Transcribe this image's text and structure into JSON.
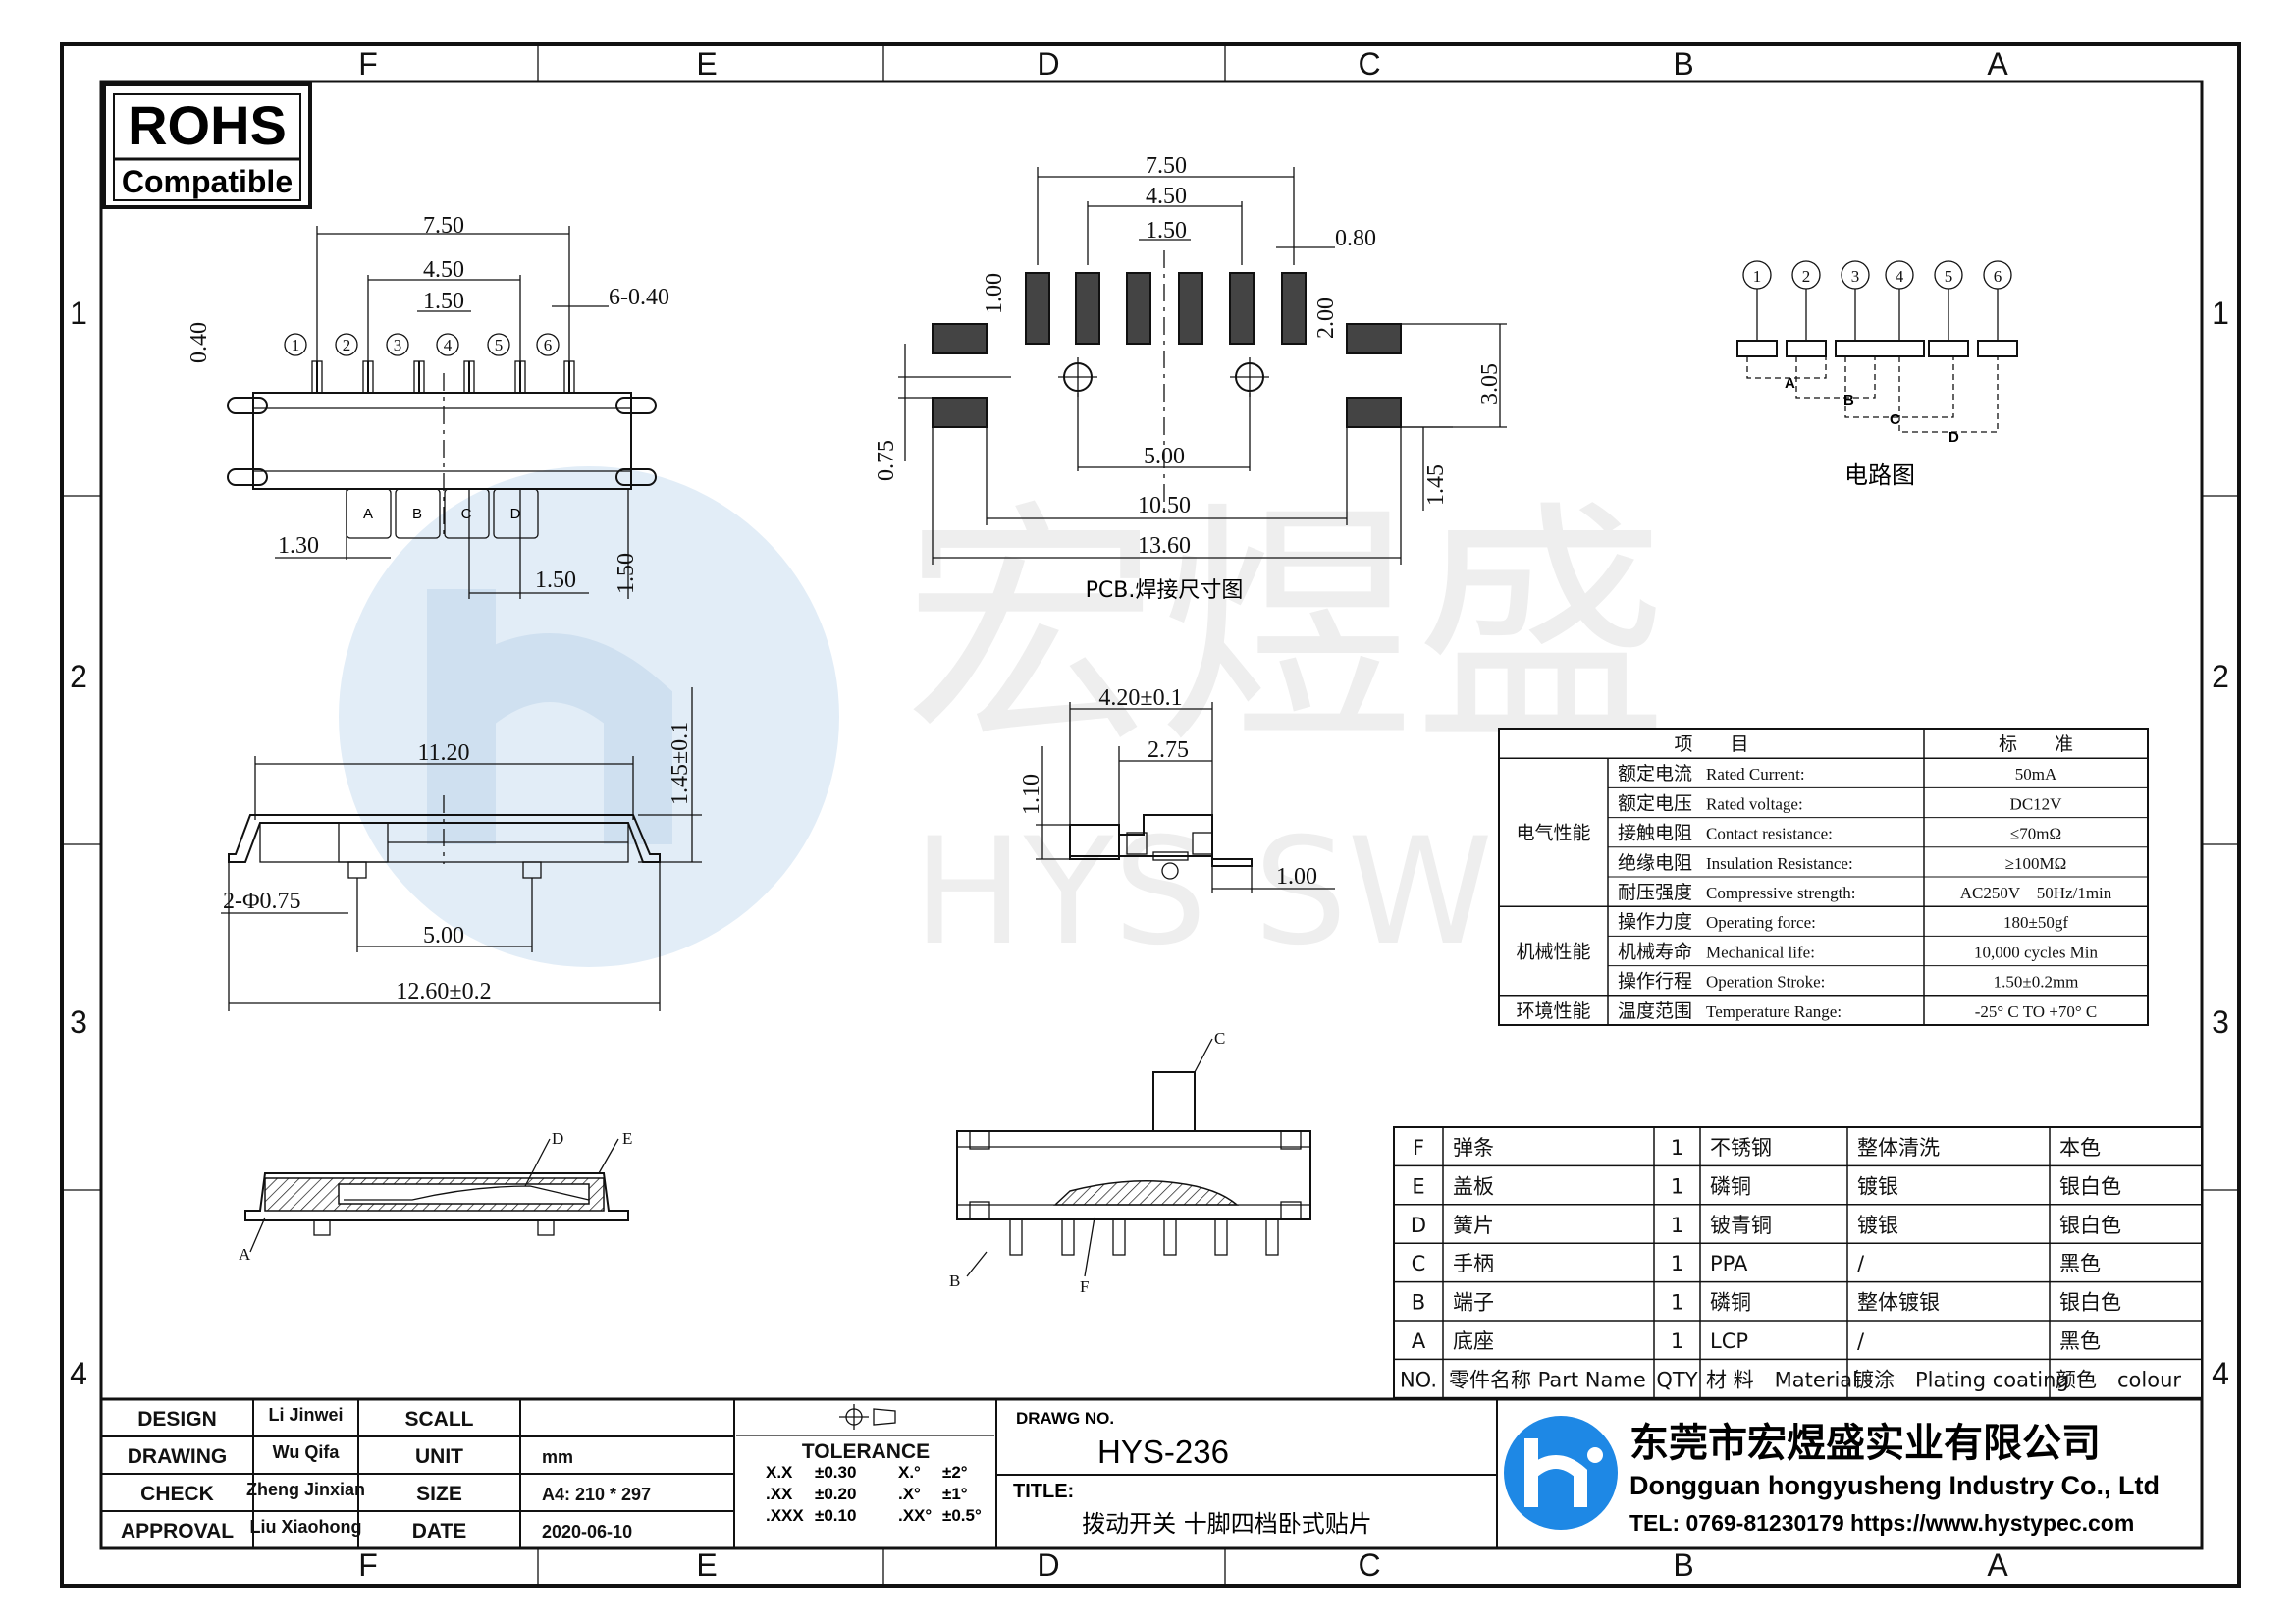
{
  "zones_columns": [
    "F",
    "E",
    "D",
    "C",
    "B",
    "A"
  ],
  "zones_rows": [
    "1",
    "2",
    "3",
    "4"
  ],
  "rohs": {
    "title": "ROHS",
    "subtitle": "Compatible"
  },
  "watermark": {
    "cn": "宏煜盛",
    "en": "HYS SWITCH"
  },
  "top_view": {
    "dims": [
      "7.50",
      "4.50",
      "1.50",
      "6-0.40",
      "0.40",
      "1.30",
      "1.50",
      "1.50"
    ],
    "pins": [
      "1",
      "2",
      "3",
      "4",
      "5",
      "6"
    ],
    "positions": [
      "A",
      "B",
      "C",
      "D"
    ]
  },
  "pcb": {
    "dims": [
      "7.50",
      "4.50",
      "1.50",
      "0.80",
      "1.00",
      "2.00",
      "3.05",
      "0.75",
      "5.00",
      "1.45",
      "10.50",
      "13.60"
    ],
    "caption": "PCB.焊接尺寸图"
  },
  "circuit": {
    "pins": [
      "1",
      "2",
      "3",
      "4",
      "5",
      "6"
    ],
    "positions": [
      "A",
      "B",
      "C",
      "D"
    ],
    "caption": "电路图"
  },
  "front_view": {
    "dims": [
      "11.20",
      "1.45±0.1",
      "2-Φ0.75",
      "5.00",
      "12.60±0.2"
    ]
  },
  "side_view": {
    "dims": [
      "4.20±0.1",
      "2.75",
      "1.10",
      "1.00"
    ]
  },
  "section_view": {
    "labels": [
      "D",
      "E",
      "A"
    ]
  },
  "assembly_view": {
    "labels": [
      "C",
      "B",
      "F"
    ]
  },
  "spec_table": {
    "header_item": "项　　目",
    "header_std": "标　　准",
    "groups": [
      {
        "name": "电气性能",
        "rows": [
          {
            "cn": "额定电流",
            "en": "Rated Current:",
            "value": "50mA"
          },
          {
            "cn": "额定电压",
            "en": "Rated voltage:",
            "value": "DC12V"
          },
          {
            "cn": "接触电阻",
            "en": "Contact resistance:",
            "value": "≤70mΩ"
          },
          {
            "cn": "绝缘电阻",
            "en": "Insulation Resistance:",
            "value": "≥100MΩ"
          },
          {
            "cn": "耐压强度",
            "en": "Compressive strength:",
            "value": "AC250V　50Hz/1min"
          }
        ]
      },
      {
        "name": "机械性能",
        "rows": [
          {
            "cn": "操作力度",
            "en": "Operating force:",
            "value": "180±50gf"
          },
          {
            "cn": "机械寿命",
            "en": "Mechanical life:",
            "value": "10,000 cycles Min"
          },
          {
            "cn": "操作行程",
            "en": "Operation Stroke:",
            "value": "1.50±0.2mm"
          }
        ]
      },
      {
        "name": "环境性能",
        "rows": [
          {
            "cn": "温度范围",
            "en": "Temperature Range:",
            "value": "-25° C TO +70° C"
          }
        ]
      }
    ]
  },
  "bom": {
    "rows": [
      {
        "no": "F",
        "name": "弹条",
        "qty": "1",
        "material": "不锈钢",
        "plating": "整体清洗",
        "colour": "本色"
      },
      {
        "no": "E",
        "name": "盖板",
        "qty": "1",
        "material": "磷铜",
        "plating": "镀银",
        "colour": "银白色"
      },
      {
        "no": "D",
        "name": "簧片",
        "qty": "1",
        "material": "铍青铜",
        "plating": "镀银",
        "colour": "银白色"
      },
      {
        "no": "C",
        "name": "手柄",
        "qty": "1",
        "material": "PPA",
        "plating": "/",
        "colour": "黑色"
      },
      {
        "no": "B",
        "name": "端子",
        "qty": "1",
        "material": "磷铜",
        "plating": "整体镀银",
        "colour": "银白色"
      },
      {
        "no": "A",
        "name": "底座",
        "qty": "1",
        "material": "LCP",
        "plating": "/",
        "colour": "黑色"
      }
    ],
    "header": {
      "no": "NO.",
      "name": "零件名称 Part Name",
      "qty": "QTY",
      "material": "材 料　Material",
      "plating": "镀涂　Plating coating",
      "colour": "颜色　colour"
    }
  },
  "title_block": {
    "rows": [
      {
        "label": "DESIGN",
        "person": "Li Jinwei",
        "key": "SCALL",
        "value": ""
      },
      {
        "label": "DRAWING",
        "person": "Wu Qifa",
        "key": "UNIT",
        "value": "mm"
      },
      {
        "label": "CHECK",
        "person": "Zheng Jinxian",
        "key": "SIZE",
        "value": "A4: 210 * 297"
      },
      {
        "label": "APPROVAL",
        "person": "Liu Xiaohong",
        "key": "DATE",
        "value": "2020-06-10"
      }
    ],
    "tolerance_title": "TOLERANCE",
    "tolerance": [
      {
        "k": "X.X",
        "v": "±0.30",
        "ak": "X.°",
        "av": "±2°"
      },
      {
        "k": ".XX",
        "v": "±0.20",
        "ak": ".X°",
        "av": "±1°"
      },
      {
        "k": ".XXX",
        "v": "±0.10",
        "ak": ".XX°",
        "av": "±0.5°"
      }
    ],
    "drawing_no_label": "DRAWG NO.",
    "drawing_no": "HYS-236",
    "title_label": "TITLE:",
    "title": "拨动开关 十脚四档卧式贴片",
    "company_cn": "东莞市宏煜盛实业有限公司",
    "company_en": "Dongguan hongyusheng Industry Co., Ltd",
    "contact": "TEL: 0769-81230179   https://www.hystypec.com"
  },
  "colors": {
    "accent": "#1e88e5",
    "watermark": "#dce9f5",
    "ink": "#111111"
  }
}
